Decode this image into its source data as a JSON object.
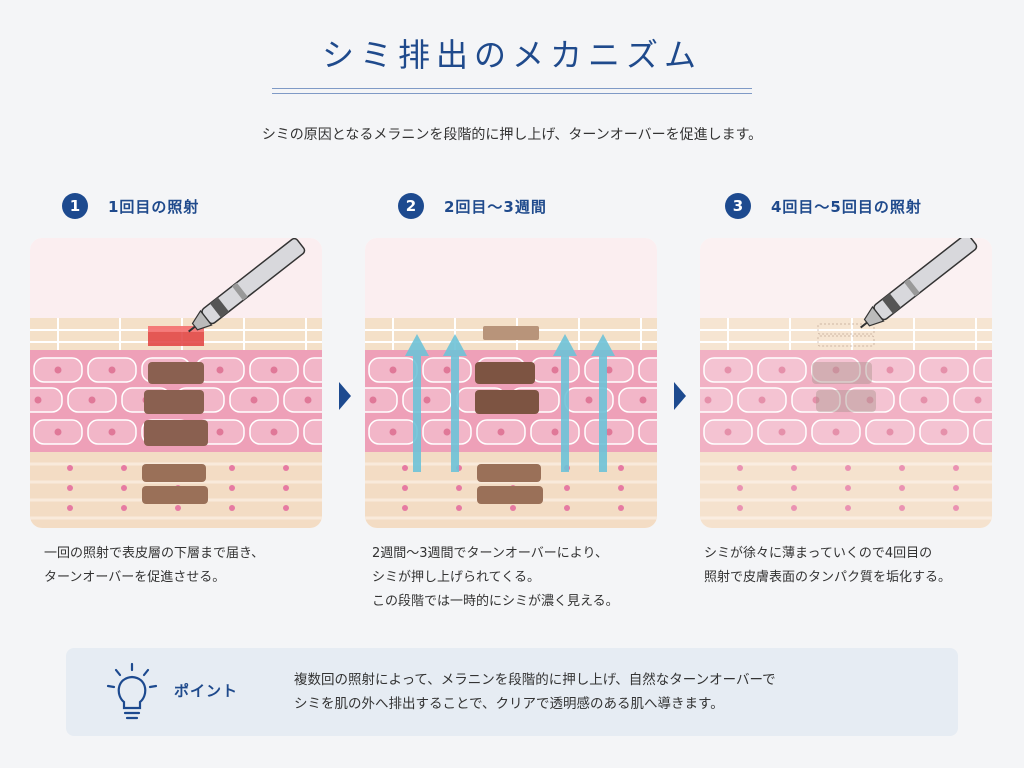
{
  "title": "シミ排出のメカニズム",
  "subtitle": "シミの原因となるメラニンを段階的に押し上げ、ターンオーバーを促進します。",
  "steps": [
    {
      "num": "1",
      "title": "1回目の照射",
      "desc": [
        "一回の照射で表皮層の下層まで届き、",
        "ターンオーバーを促進させる。"
      ]
    },
    {
      "num": "2",
      "title": "2回目〜3週間",
      "desc": [
        "2週間〜3週間でターンオーバーにより、",
        "シミが押し上げられてくる。",
        "この段階では一時的にシミが濃く見える。"
      ]
    },
    {
      "num": "3",
      "title": "4回目〜5回目の照射",
      "desc": [
        "シミが徐々に薄まっていくので4回目の",
        "照射で皮膚表面のタンパク質を垢化する。"
      ]
    }
  ],
  "point": {
    "label": "ポイント",
    "text": [
      "複数回の照射によって、メラニンを段階的に押し上げ、自然なターンオーバーで",
      "シミを肌の外へ排出することで、クリアで透明感のある肌へ導きます。"
    ]
  },
  "colors": {
    "navy": "#1d4a8f",
    "skin_pink": "#e88aa8",
    "melanin": "#8a6050",
    "laser_red": "#e04040",
    "arrow_teal": "#6ec3d8",
    "dermis": "#f3dcc4"
  },
  "icons": {
    "step_badge": "circled-number",
    "next": "chevron-right-icon",
    "point": "lightbulb-icon",
    "device": "laser-handpiece-icon"
  }
}
